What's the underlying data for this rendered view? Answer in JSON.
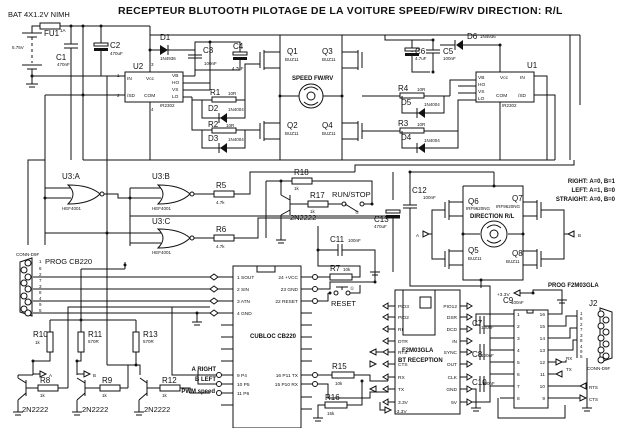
{
  "title": "RECEPTEUR BLUTOOTH PILOTAGE DE LA VOITURE SPEED/FW/RV DIRECTION: R/L",
  "power": {
    "battery": "BAT 4X1.2V NIMH",
    "voltage": "5.75V",
    "fuse": "FU1",
    "fuse_rating": "1A"
  },
  "components": {
    "C1": {
      "ref": "C1",
      "value": "470nF"
    },
    "C2": {
      "ref": "C2",
      "value": "470uF"
    },
    "C3": {
      "ref": "C3",
      "value": "100nF"
    },
    "C4": {
      "ref": "C4",
      "value": "4.7uF"
    },
    "C5": {
      "ref": "C5",
      "value": "100nF"
    },
    "C6": {
      "ref": "C6",
      "value": "4.7uF"
    },
    "C7": {
      "ref": "C7",
      "value": "100nF"
    },
    "C8": {
      "ref": "C8",
      "value": "100nF"
    },
    "C9": {
      "ref": "C9",
      "value": "100nF"
    },
    "C10": {
      "ref": "C10",
      "value": "100nF"
    },
    "C11": {
      "ref": "C11",
      "value": "100nF"
    },
    "C12": {
      "ref": "C12",
      "value": "100nF"
    },
    "C13": {
      "ref": "C13",
      "value": "470uF"
    },
    "D1": {
      "ref": "D1",
      "value": "1N4936"
    },
    "D2": {
      "ref": "D2",
      "value": "1N4004"
    },
    "D3": {
      "ref": "D3",
      "value": "1N4004"
    },
    "D4": {
      "ref": "D4",
      "value": "1N4004"
    },
    "D5": {
      "ref": "D5",
      "value": "1N4004"
    },
    "D6": {
      "ref": "D6",
      "value": "1N4936"
    },
    "R1": {
      "ref": "R1",
      "value": "10R"
    },
    "R2": {
      "ref": "R2",
      "value": "10R"
    },
    "R3": {
      "ref": "R3",
      "value": "10R"
    },
    "R4": {
      "ref": "R4",
      "value": "10R"
    },
    "R5": {
      "ref": "R5",
      "value": "4.7k"
    },
    "R6": {
      "ref": "R6",
      "value": "4.7k"
    },
    "R7": {
      "ref": "R7",
      "value": "10k"
    },
    "R8": {
      "ref": "R8",
      "value": "1k"
    },
    "R9": {
      "ref": "R9",
      "value": "1k"
    },
    "R10": {
      "ref": "R10",
      "value": "1k"
    },
    "R11": {
      "ref": "R11",
      "value": "570R"
    },
    "R12": {
      "ref": "R12",
      "value": "1k"
    },
    "R13": {
      "ref": "R13",
      "value": "570R"
    },
    "R15": {
      "ref": "R15",
      "value": "10k"
    },
    "R16": {
      "ref": "R16",
      "value": "15k"
    },
    "R17": {
      "ref": "R17",
      "value": "1k"
    },
    "R18": {
      "ref": "R18",
      "value": "1k"
    },
    "Q1": {
      "ref": "Q1",
      "value": "BUZ11"
    },
    "Q2": {
      "ref": "Q2",
      "value": "BUZ11"
    },
    "Q3": {
      "ref": "Q3",
      "value": "BUZ11"
    },
    "Q4": {
      "ref": "Q4",
      "value": "BUZ11"
    },
    "Q5": {
      "ref": "Q5",
      "value": "BUZ11"
    },
    "Q6": {
      "ref": "Q6",
      "value": "IRF9620NG"
    },
    "Q7": {
      "ref": "Q7",
      "value": "IRF9620NG"
    },
    "Q8": {
      "ref": "Q8",
      "value": "BUZ11"
    },
    "T1": {
      "value": "2N2222"
    },
    "T2": {
      "value": "2N2222"
    },
    "T3": {
      "value": "2N2222"
    },
    "T4": {
      "value": "2N2222"
    }
  },
  "drivers": {
    "U1": {
      "ref": "U1",
      "part": "IR2302",
      "pins": [
        "VB",
        "HO",
        "VS",
        "LO",
        "Vcc",
        "IN",
        "/SD",
        "COM"
      ],
      "pin_numbers": [
        "8",
        "7",
        "6",
        "5",
        "3",
        "1",
        "2",
        "4"
      ]
    },
    "U2": {
      "ref": "U2",
      "part": "IR2302",
      "pins": [
        "IN",
        "Vcc",
        "/SD",
        "COM",
        "VB",
        "HO",
        "VS",
        "LO"
      ],
      "pin_numbers": [
        "1",
        "3",
        "2",
        "4",
        "8",
        "7",
        "6",
        "5"
      ]
    }
  },
  "motors": {
    "speed": "SPEED FW/RV",
    "direction": "DIRECTION R/L"
  },
  "logic": {
    "U3A": {
      "ref": "U3:A",
      "part": "HEF4001",
      "pins": [
        "1",
        "2",
        "3"
      ]
    },
    "U3B": {
      "ref": "U3:B",
      "part": "HEF4001",
      "pins": [
        "5",
        "6",
        "4"
      ]
    },
    "U3C": {
      "ref": "U3:C",
      "part": "HEF4001",
      "pins": [
        "8",
        "9",
        "10"
      ]
    }
  },
  "switches": {
    "run_stop": "RUN/STOP",
    "reset": "RESET"
  },
  "truth_table": [
    "RIGHT: A=0, B=1",
    "LEFT: A=1, B=0",
    "STRAIGHT: A=0, B=0"
  ],
  "net_labels": {
    "A": "A",
    "B": "B",
    "a_right": "A RIGHT",
    "b_left": "B LEFT",
    "pwm": "PWM speed",
    "plus33": "+3.3V",
    "rts": "RTS",
    "cts": "CTS",
    "rx": "RX",
    "tx": "TX"
  },
  "connectors": {
    "prog_cb220": {
      "label": "PROG CB220",
      "part": "CONN-D9F",
      "pins": [
        "1",
        "2",
        "3",
        "4",
        "5",
        "6",
        "7",
        "8",
        "9"
      ]
    },
    "prog_f2m": {
      "label": "PROG F2M03GLA",
      "ref": "J2",
      "part": "CONN-D9F",
      "pins": [
        "1",
        "6",
        "2",
        "7",
        "3",
        "8",
        "4",
        "9",
        "5"
      ]
    }
  },
  "cubloc": {
    "name": "CUBLOC CB220",
    "left_pins": [
      "1 SOUT",
      "2 SIN",
      "3 ATN",
      "4 GND",
      "",
      "",
      "",
      "",
      "9 P4",
      "10 P5",
      "11 P6",
      ""
    ],
    "right_pins": [
      "24 +VCC",
      "23 GND",
      "22 RESET",
      "",
      "",
      "",
      "",
      "",
      "16 P11 TX",
      "15 P10 RX",
      "",
      ""
    ]
  },
  "bt_module": {
    "name": "F2M03GLA",
    "subtitle": "BT RECEPTION",
    "left_pins": [
      "PIO3",
      "PIO2",
      "RI",
      "DTR",
      "RTS",
      "CTS",
      "RX",
      "TX",
      "3.3V"
    ],
    "right_pins": [
      "PIO12",
      "DSR",
      "DCD",
      "IN",
      "SYNC",
      "OUT",
      "CLK",
      "GND",
      "5V"
    ]
  },
  "max232": {
    "left_pins": [
      "1",
      "2",
      "3",
      "4",
      "5",
      "6",
      "7",
      "8"
    ],
    "right_pins": [
      "16",
      "15",
      "14",
      "13",
      "12",
      "11",
      "10",
      "9"
    ]
  }
}
